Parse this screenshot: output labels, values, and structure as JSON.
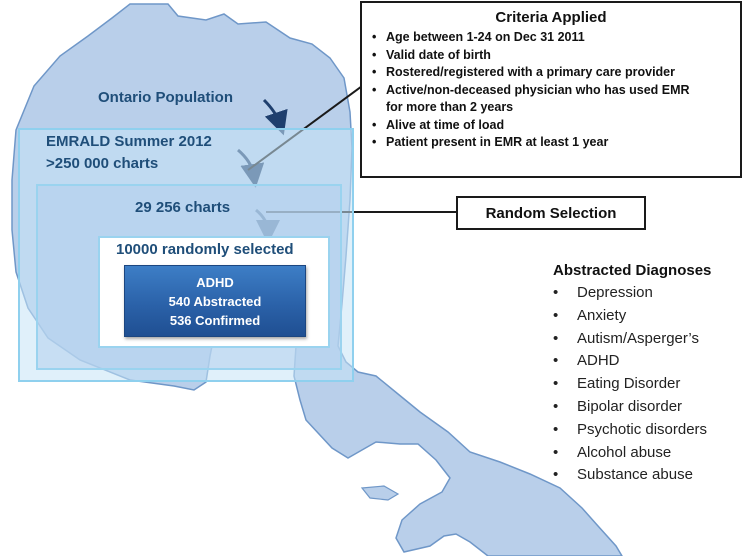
{
  "map": {
    "label": "Ontario Population",
    "fill": "#b9cfea",
    "stroke": "#6f97c8"
  },
  "emrald": {
    "line1": "EMRALD Summer 2012",
    "line2": ">250 000 charts"
  },
  "charts": {
    "label": "29 256 charts"
  },
  "random": {
    "label": "10000 randomly selected"
  },
  "adhd": {
    "title": "ADHD",
    "abstracted": "540 Abstracted",
    "confirmed": "536 Confirmed"
  },
  "criteria": {
    "title": "Criteria Applied",
    "items": [
      "Age between 1-24 on Dec 31 2011",
      "Valid date of birth",
      "Rostered/registered with a primary care provider",
      "Active/non-deceased physician who has used EMR",
      "for more than 2 years",
      "Alive at time of load",
      "Patient present in EMR at least 1 year"
    ]
  },
  "random_selection": {
    "label": "Random Selection"
  },
  "diagnoses": {
    "title": "Abstracted Diagnoses",
    "items": [
      "Depression",
      "Anxiety",
      "Autism/Asperger’s",
      "ADHD",
      "Eating Disorder",
      "Bipolar disorder",
      "Psychotic disorders",
      "Alcohol abuse",
      "Substance abuse"
    ]
  },
  "colors": {
    "text_blue": "#1f4e79",
    "arrow": "#1f3f6e",
    "box_blue": "#2b62a9"
  }
}
